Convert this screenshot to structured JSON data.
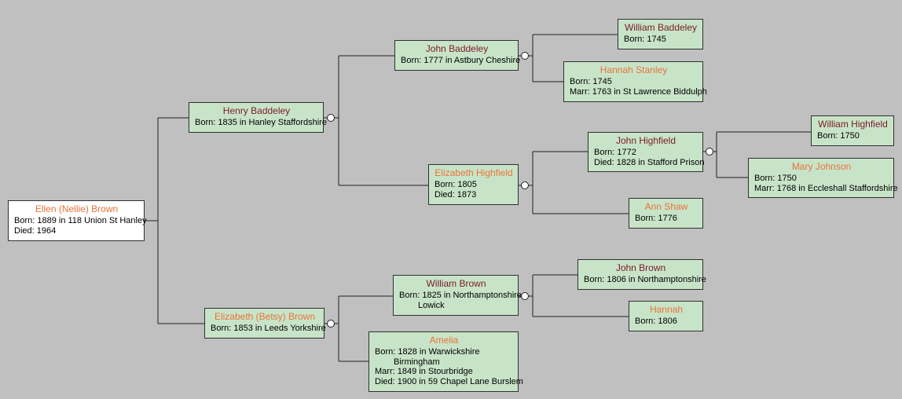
{
  "colors": {
    "background": "#c0c0c0",
    "box_fill": "#c8e4c8",
    "root_fill": "#ffffff",
    "male_name": "#7a1a2a",
    "female_name": "#e8723c",
    "line": "#202020"
  },
  "people": {
    "ellen": {
      "name": "Ellen (Nellie) Brown",
      "line1": "Born: 1889 in 118 Union St Hanley",
      "line2": "Died: 1964"
    },
    "henry": {
      "name": "Henry Baddeley",
      "line1": "Born: 1835 in Hanley Staffordshire"
    },
    "elizabeth_betsy": {
      "name": "Elizabeth (Betsy) Brown",
      "line1": "Born: 1853 in Leeds Yorkshire"
    },
    "john_baddeley": {
      "name": "John Baddeley",
      "line1": "Born: 1777 in Astbury Cheshire"
    },
    "elizabeth_highfield": {
      "name": "Elizabeth Highfield",
      "line1": "Born: 1805",
      "line2": "Died: 1873"
    },
    "william_brown": {
      "name": "William Brown",
      "line1": "Born: 1825 in Northamptonshire",
      "line2": "Lowick"
    },
    "amelia": {
      "name": "Amelia",
      "line1": "Born: 1828 in Warwickshire",
      "line2": "Birmingham",
      "line3": "Marr: 1849 in Stourbridge",
      "line4": "Died: 1900 in 59 Chapel Lane Burslem"
    },
    "william_baddeley": {
      "name": "William Baddeley",
      "line1": "Born: 1745"
    },
    "hannah_stanley": {
      "name": "Hannah Stanley",
      "line1": "Born: 1745",
      "line2": "Marr: 1763 in St Lawrence Biddulph"
    },
    "john_highfield": {
      "name": "John Highfield",
      "line1": "Born: 1772",
      "line2": "Died: 1828 in Stafford Prison"
    },
    "ann_shaw": {
      "name": "Ann Shaw",
      "line1": "Born: 1776"
    },
    "john_brown": {
      "name": "John Brown",
      "line1": "Born: 1806 in Northamptonshire"
    },
    "hannah": {
      "name": "Hannah",
      "line1": "Born: 1806"
    },
    "william_highfield": {
      "name": "William Highfield",
      "line1": "Born: 1750"
    },
    "mary_johnson": {
      "name": "Mary Johnson",
      "line1": "Born: 1750",
      "line2": "Marr: 1768 in Eccleshall Staffordshire"
    }
  }
}
